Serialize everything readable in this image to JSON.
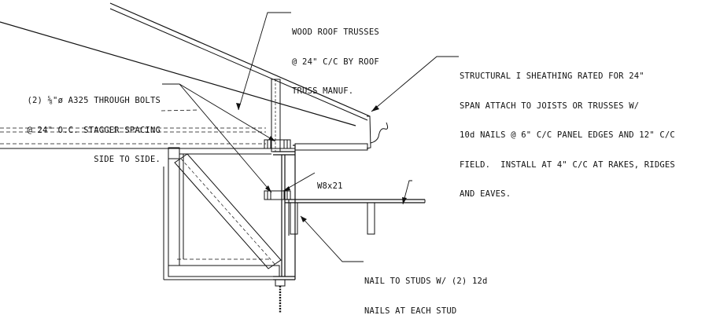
{
  "colors": {
    "line": "#111111",
    "background": "#ffffff"
  },
  "notes": {
    "roof_trusses": {
      "line1": "WOOD ROOF TRUSSES",
      "line2": "@ 24\" C/C BY ROOF",
      "line3": "TRUSS MANUF."
    },
    "sheathing": {
      "line1": "STRUCTURAL I SHEATHING RATED FOR 24\"",
      "line2": "SPAN ATTACH TO JOISTS OR TRUSSES W/",
      "line3": "10d NAILS @ 6\" C/C PANEL EDGES AND 12\" C/C",
      "line4": "FIELD.  INSTALL AT 4\" C/C AT RAKES, RIDGES",
      "line5": "AND EAVES."
    },
    "bolts": {
      "line1": "(2) ⅝\"ø A325 THROUGH BOLTS",
      "line2": "@ 24\" O.C. STAGGER SPACING",
      "line3": "SIDE TO SIDE."
    },
    "beam": {
      "label": "W8x21"
    },
    "nail_studs": {
      "line1": "NAIL TO STUDS W/ (2) 12d",
      "line2": "NAILS AT EACH STUD"
    }
  }
}
